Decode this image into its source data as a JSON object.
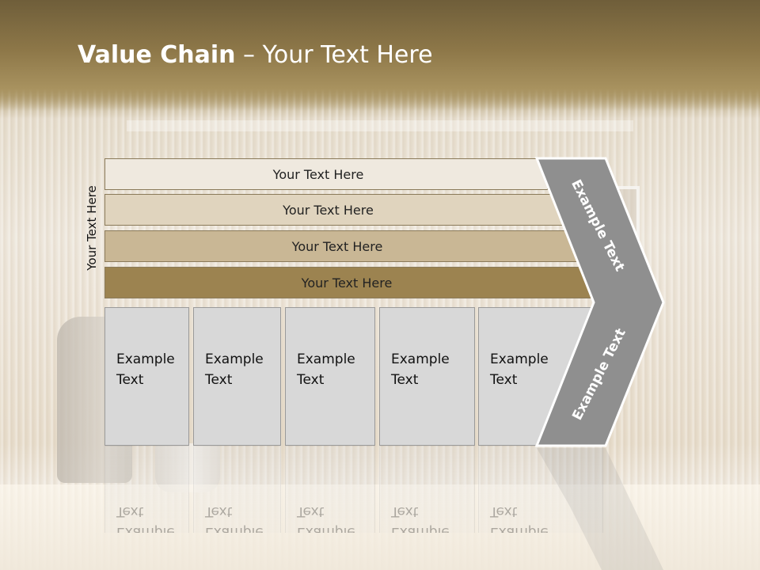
{
  "title": {
    "bold": "Value Chain",
    "rest": " – Your Text Here"
  },
  "side_label": "Your Text Here",
  "bars": [
    {
      "label": "Your Text Here",
      "color": "#efe9df"
    },
    {
      "label": "Your Text Here",
      "color": "#e0d4be"
    },
    {
      "label": "Your Text Here",
      "color": "#c9b795"
    },
    {
      "label": "Your Text Here",
      "color": "#9c8350"
    }
  ],
  "boxes": [
    {
      "line1": "Example",
      "line2": "Text"
    },
    {
      "line1": "Example",
      "line2": "Text"
    },
    {
      "line1": "Example",
      "line2": "Text"
    },
    {
      "line1": "Example",
      "line2": "Text"
    },
    {
      "line1": "Example",
      "line2": "Text"
    }
  ],
  "chevron": {
    "top_label": "Example Text",
    "bottom_label": "Example Text",
    "color": "#8f8f8f"
  }
}
